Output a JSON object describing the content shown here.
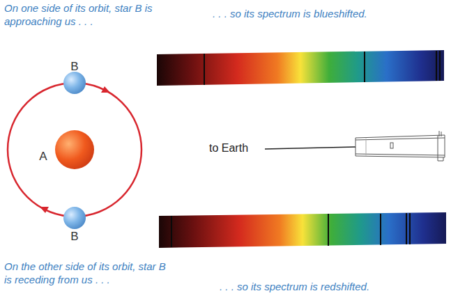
{
  "diagram": {
    "nodes": [
      {
        "text": [
          "B"
        ]
      },
      {
        "text": [
          "A"
        ]
      },
      {
        "text": [
          "B"
        ]
      }
    ],
    "labels": [
      "On one side of its orbit, star B is approaching us . . .",
      ". . . so its spectrum is blueshifted.",
      "to Earth",
      "On the other side of its orbit, star B is receding from us . . .",
      ". . . so its spectrum is redshifted."
    ]
  }
}
